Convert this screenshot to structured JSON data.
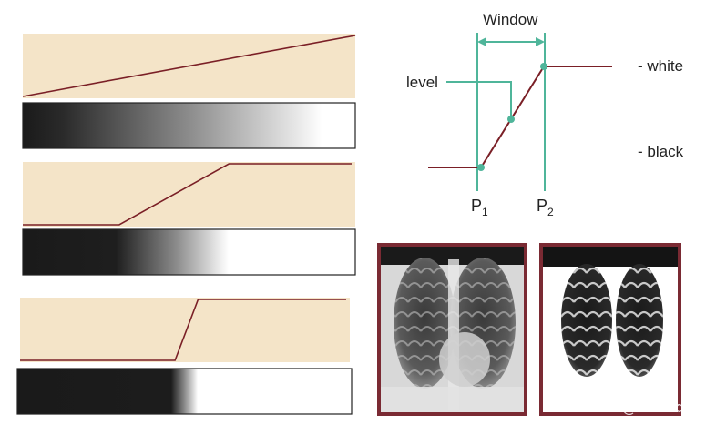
{
  "colors": {
    "panel": "#f4e4c8",
    "curve": "#7a1f26",
    "accent": "#4fb59a",
    "frame": "#7a2a33"
  },
  "transfer_panels": [
    {
      "low": 0.0,
      "high": 1.0
    },
    {
      "low": 0.29,
      "high": 0.62
    },
    {
      "low": 0.47,
      "high": 0.54
    }
  ],
  "window_diagram": {
    "window_label": "Window",
    "level_label": "level",
    "white_label": "- white",
    "black_label": "- black",
    "p1_label": "P",
    "p1_sub": "1",
    "p2_label": "P",
    "p2_sub": "2"
  },
  "xrays": [
    {
      "id": "wide-window"
    },
    {
      "id": "narrow-window"
    }
  ],
  "watermark": "CSDN @boss-dog"
}
